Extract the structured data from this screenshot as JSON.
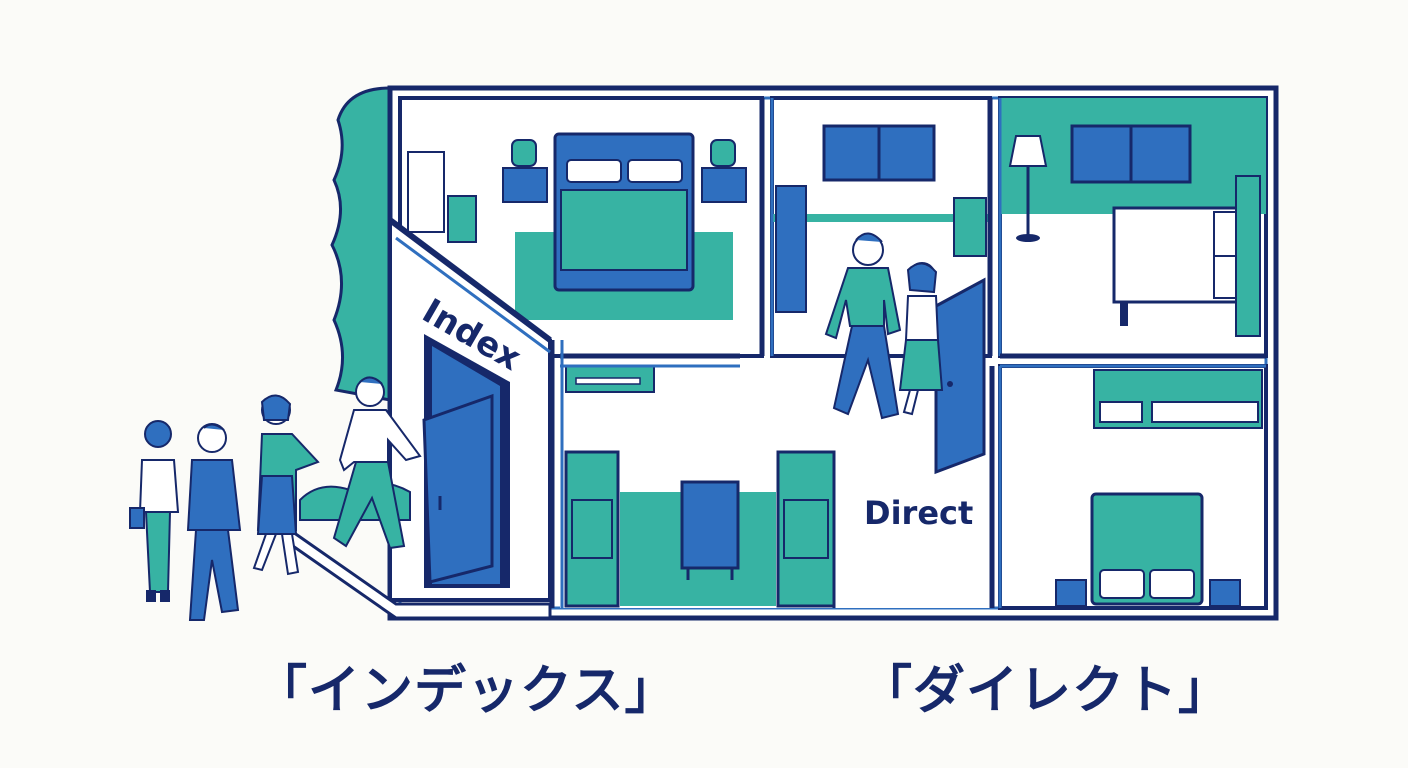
{
  "labels": {
    "index_sign": "Index",
    "direct_sign": "Direct"
  },
  "captions": {
    "index": "「インデックス」",
    "direct": "「ダイレクト」"
  },
  "colors": {
    "navy": "#16286a",
    "blue": "#2f6fbf",
    "teal": "#37b3a3",
    "white": "#ffffff",
    "background": "#fbfbf8"
  }
}
